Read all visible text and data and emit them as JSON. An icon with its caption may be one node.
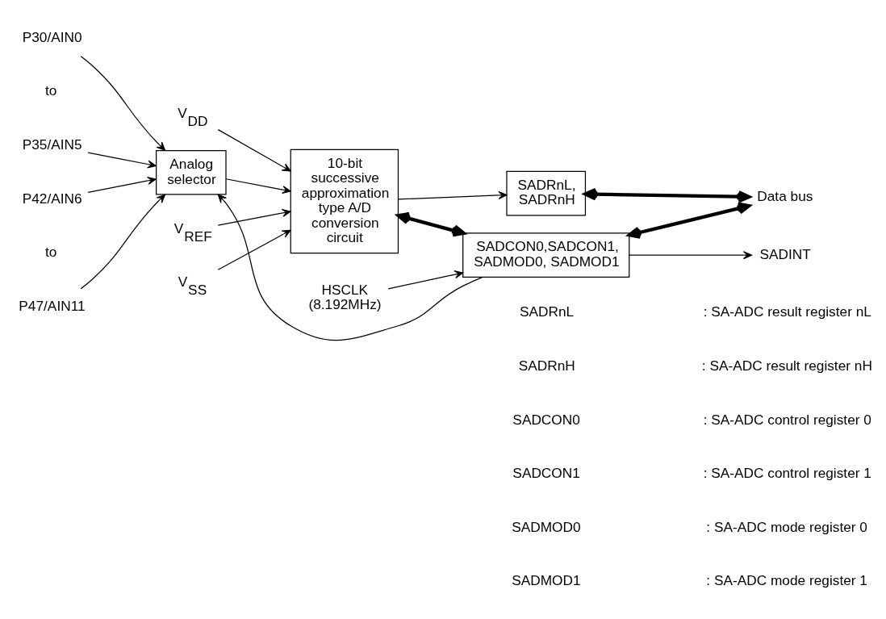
{
  "diagram": {
    "nodes": [
      {
        "text": [
          "V$_{DD}$"
        ]
      },
      {
        "text": [
          "V$_{REF}$"
        ]
      },
      {
        "text": [
          "V$_{SS}$"
        ]
      },
      {
        "text": [
          "P30/AIN0"
        ]
      },
      {
        "text": [
          "P35/AIN5"
        ]
      },
      {
        "text": [
          "P42/AIN6"
        ]
      },
      {
        "text": [
          "P47/AIN11"
        ]
      },
      {
        "text": [
          "HSCLK"
        ],
        "beside": [
          "(8.192MHz)"
        ]
      },
      {
        "text": [
          "Analog selector"
        ]
      },
      {
        "text": [
          "10-bit successive approximation type A/D conversion circuit"
        ]
      },
      {
        "text": [
          "SADRnL, SADRnH"
        ]
      },
      {
        "text": [
          "SADCON0,SADCON1, SADMOD0, SADMOD1"
        ]
      },
      {
        "text": [
          "SADINT"
        ]
      },
      {
        "text": [
          "Data bus"
        ]
      }
    ],
    "edges": [
      {
        "from": 0,
        "to": 9,
        "arrow": "to"
      },
      {
        "from": 1,
        "to": 9,
        "arrow": "to"
      },
      {
        "from": 2,
        "to": 9,
        "arrow": "to"
      },
      {
        "from": 3,
        "to": 8,
        "arrow": "to"
      },
      {
        "from": 4,
        "to": 8,
        "arrow": "to"
      },
      {
        "from": 5,
        "to": 8,
        "arrow": "to"
      },
      {
        "from": 6,
        "to": 8,
        "arrow": "to"
      },
      {
        "from": 8,
        "to": 9,
        "arrow": "to"
      },
      {
        "from": 9,
        "to": 10,
        "arrow": "to"
      },
      {
        "from": 9,
        "to": 11,
        "arrow": "both",
        "style": "thick"
      },
      {
        "from": 11,
        "to": 8,
        "arrow": "to"
      },
      {
        "from": 7,
        "to": 11,
        "arrow": "to"
      },
      {
        "from": 11,
        "to": 12,
        "arrow": "to"
      },
      {
        "from": 11,
        "to": 13,
        "arrow": "both",
        "style": "thick"
      },
      {
        "from": 10,
        "to": 13,
        "arrow": "both",
        "style": "thick"
      }
    ],
    "labels": [
      "to",
      "to",
      "SADRnL",
      ": SA-ADC result register nL",
      "SADRnH",
      ": SA-ADC result register nH",
      "SADCON0",
      ": SA-ADC control register 0",
      "SADCON1",
      ": SA-ADC control register 1",
      "SADMOD0",
      ": SA-ADC mode register 0",
      "SADMOD1",
      ": SA-ADC mode register 1"
    ]
  }
}
